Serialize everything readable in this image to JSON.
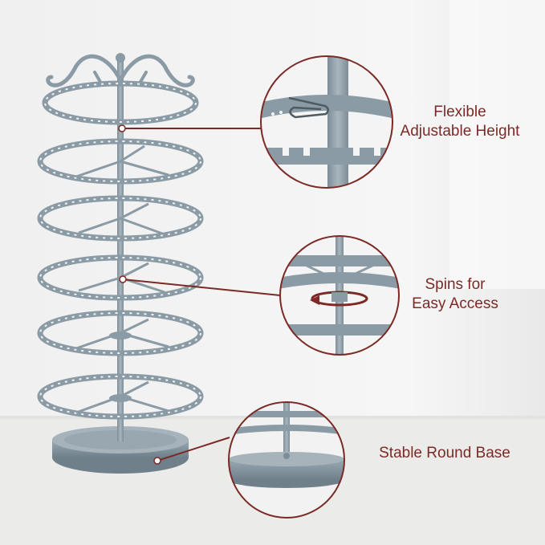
{
  "features": [
    {
      "line1": "Flexible",
      "line2": "Adjustable Height"
    },
    {
      "line1": "Spins for",
      "line2": "Easy Access"
    },
    {
      "line1": "Stable Round Base",
      "line2": ""
    }
  ],
  "colors": {
    "background": "#f3f3f3",
    "floor": "#ebebea",
    "product": "#8b9ba5",
    "product_dark": "#6f808b",
    "callout": "#7b2a26"
  }
}
